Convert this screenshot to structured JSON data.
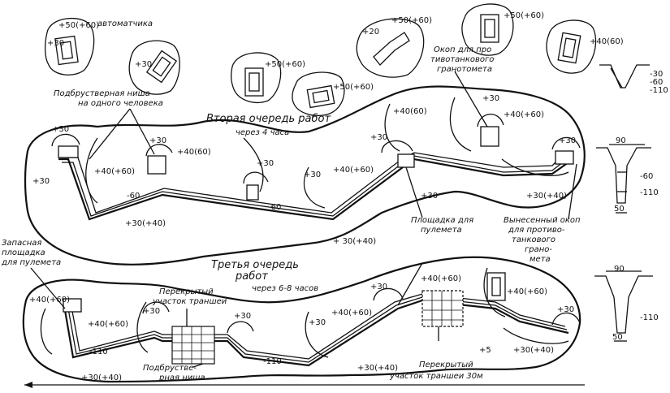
{
  "labels": {
    "automatic": "автоматчика",
    "niche_one_person_1": "Подбрустверная ниша",
    "niche_one_person_2": "на одного человека",
    "second_stage_1": "Вторая очередь работ",
    "second_stage_2": "через 4 часа",
    "at_trench_1": "Окоп для про",
    "at_trench_2": "тивотанкового",
    "at_trench_3": "гранотомета",
    "mg_platform_1": "Площадка для",
    "mg_platform_2": "пулемета",
    "forward_at_1": "Вынесенный окоп",
    "forward_at_2": "для противо-",
    "forward_at_3": "танкового",
    "forward_at_4": "грано-",
    "forward_at_5": "мета",
    "reserve_mg_1": "Запасная",
    "reserve_mg_2": "площадка",
    "reserve_mg_3": "для пулемета",
    "third_stage_1": "Третья очередь",
    "third_stage_2": "работ",
    "third_stage_3": "через 6-8 часов",
    "covered_1": "Перекрытый",
    "covered_2": "участок траншеи",
    "niche_1": "Подбрустве-",
    "niche_2": "рная ниша",
    "covered30_1": "Перекрытый",
    "covered30_2": "участок траншеи 30м"
  },
  "numbers": {
    "p50_60": "+50(+60)",
    "p30": "+30",
    "p20": "+20",
    "p40_60": "+40(+60)",
    "p40_60b": "+40(60)",
    "p30_40": "+30(+40)",
    "m60": "-60",
    "m110": "-110",
    "p5": "+5",
    "p30_40b": "+ 30(+40)",
    "w90": "90",
    "w50": "50",
    "m30": "-30",
    "m60s": "-60",
    "m110s": "-110"
  }
}
